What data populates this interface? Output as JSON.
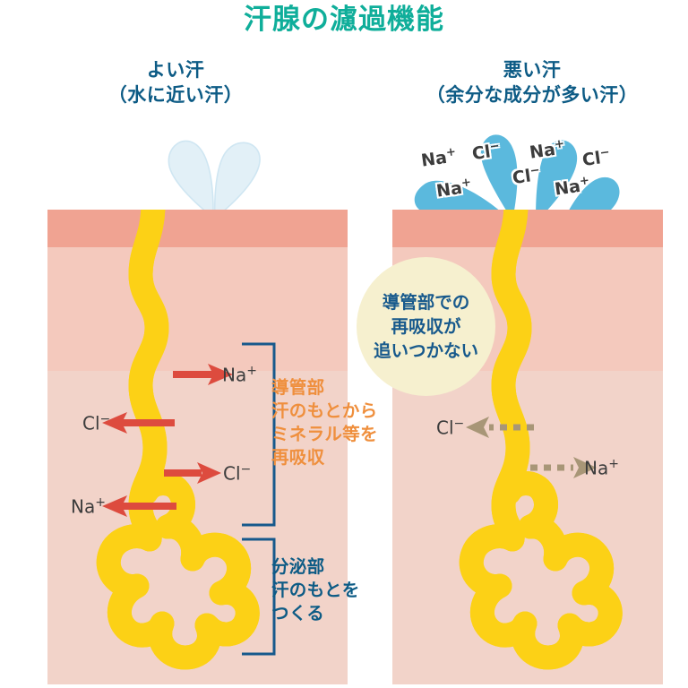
{
  "page": {
    "title": "汗腺の濾過機能"
  },
  "colors": {
    "title": "#0fae9a",
    "heading": "#0d5b85",
    "duct_label": "#ef8f3d",
    "secretory_label": "#0d5b85",
    "balloon_bg": "#f6f0cf",
    "balloon_text": "#17598c",
    "epidermis": "#f0a392",
    "dermis_upper": "#f4c9bd",
    "dermis_lower": "#f2d3c9",
    "gland_outline": "#fcd116",
    "duct_good_fill": "#c4e3f1",
    "duct_bad_fill": "#5bb9dd",
    "arrow_strong": "#dd4b3e",
    "arrow_weak": "#a89677",
    "droplet_pale": "#e2f0f7",
    "droplet_blue": "#5bb9dd",
    "bracket": "#17598c"
  },
  "left_column": {
    "heading_line1": "よい汗",
    "heading_line2": "（水に近い汗）",
    "droplets": [
      {
        "name": "droplet-clean-left"
      },
      {
        "name": "droplet-clean-right"
      }
    ],
    "arrows": [
      {
        "name": "arrow-na-out-upper",
        "direction": "right",
        "style": "solid",
        "label": "Na",
        "charge": "+"
      },
      {
        "name": "arrow-cl-out-upper",
        "direction": "left",
        "style": "solid",
        "label": "Cl",
        "charge": "−"
      },
      {
        "name": "arrow-cl-out-lower",
        "direction": "right",
        "style": "solid",
        "label": "Cl",
        "charge": "−"
      },
      {
        "name": "arrow-na-out-lower",
        "direction": "left",
        "style": "solid",
        "label": "Na",
        "charge": "+"
      }
    ]
  },
  "right_column": {
    "heading_line1": "悪い汗",
    "heading_line2": "（余分な成分が多い汗）",
    "droplets": [
      {
        "name": "droplet-salty-1",
        "ions": [
          "Na+",
          "Na+"
        ]
      },
      {
        "name": "droplet-salty-2",
        "ions": [
          "Cl-"
        ]
      },
      {
        "name": "droplet-salty-3",
        "ions": [
          "Na+",
          "Cl-"
        ]
      },
      {
        "name": "droplet-salty-4",
        "ions": [
          "Cl-",
          "Na+"
        ]
      }
    ],
    "droplet_ion_labels": [
      {
        "name": "drop-ion-na-1",
        "text": "Na",
        "charge": "+"
      },
      {
        "name": "drop-ion-na-2",
        "text": "Na",
        "charge": "+"
      },
      {
        "name": "drop-ion-cl-1",
        "text": "Cl",
        "charge": "−"
      },
      {
        "name": "drop-ion-na-3",
        "text": "Na",
        "charge": "+"
      },
      {
        "name": "drop-ion-cl-2",
        "text": "Cl",
        "charge": "−"
      },
      {
        "name": "drop-ion-cl-3",
        "text": "Cl",
        "charge": "−"
      },
      {
        "name": "drop-ion-na-4",
        "text": "Na",
        "charge": "+"
      }
    ],
    "arrows": [
      {
        "name": "arrow-cl-weak",
        "direction": "left",
        "style": "dashed",
        "label": "Cl",
        "charge": "−"
      },
      {
        "name": "arrow-na-weak",
        "direction": "right",
        "style": "dashed",
        "label": "Na",
        "charge": "+"
      }
    ],
    "balloon_text": "導管部での\n再吸収が\n追いつかない"
  },
  "annotations": {
    "duct": "導管部\n汗のもとから\nミネラル等を\n再吸収",
    "secretory": "分泌部\n汗のもとを\nつくる"
  },
  "ions": {
    "na_symbol": "Na",
    "na_charge": "+",
    "cl_symbol": "Cl",
    "cl_charge": "−"
  }
}
